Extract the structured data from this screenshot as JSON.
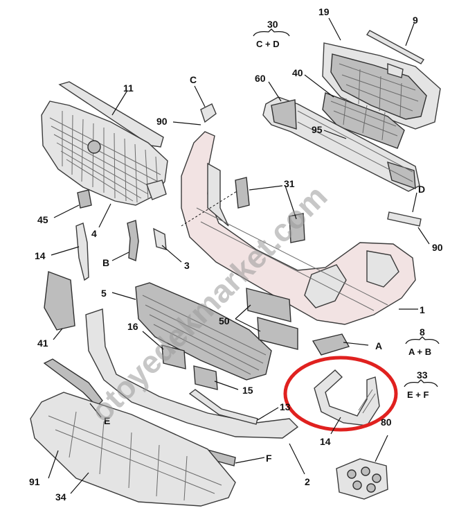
{
  "diagram": {
    "watermark": "otoyedekmarket.com",
    "labels": {
      "p1": "1",
      "p2": "2",
      "p3": "3",
      "p4": "4",
      "p5": "5",
      "p9": "9",
      "p11": "11",
      "p13": "13",
      "p14a": "14",
      "p14b": "14",
      "p15": "15",
      "p16": "16",
      "p19": "19",
      "p31": "31",
      "p34": "34",
      "p40": "40",
      "p41": "41",
      "p45": "45",
      "p50": "50",
      "p60": "60",
      "p80": "80",
      "p90a": "90",
      "p90b": "90",
      "p91": "91",
      "p95": "95",
      "pA": "A",
      "pB": "B",
      "pC": "C",
      "pD": "D",
      "pE": "E",
      "pF": "F"
    },
    "kits": {
      "k30_num": "30",
      "k30_sub": "C + D",
      "k8_num": "8",
      "k8_sub": "A + B",
      "k33_num": "33",
      "k33_sub": "E + F"
    },
    "highlight_color": "#e0211f"
  }
}
